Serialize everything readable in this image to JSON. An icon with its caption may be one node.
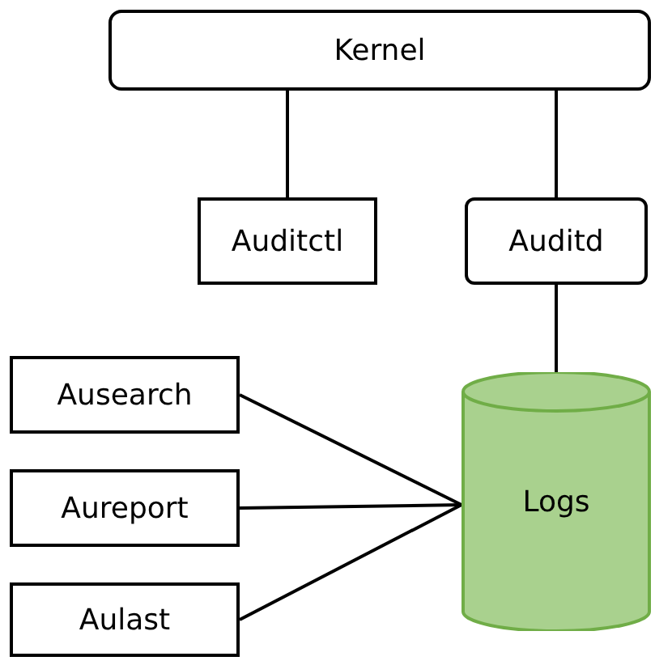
{
  "diagram": {
    "nodes": [
      {
        "text": [
          "Kernel"
        ]
      },
      {
        "text": [
          "Auditctl"
        ]
      },
      {
        "text": [
          "Auditd"
        ]
      },
      {
        "text": [
          "Ausearch"
        ]
      },
      {
        "text": [
          "Aureport"
        ]
      },
      {
        "text": [
          "Aulast"
        ]
      },
      {
        "text": [
          "Logs"
        ]
      }
    ],
    "edges": [
      {
        "from": 0,
        "to": 1,
        "arrow": "none"
      },
      {
        "from": 0,
        "to": 2,
        "arrow": "none"
      },
      {
        "from": 2,
        "to": 6,
        "arrow": "none"
      },
      {
        "from": 3,
        "to": 6,
        "arrow": "none"
      },
      {
        "from": 4,
        "to": 6,
        "arrow": "none"
      },
      {
        "from": 5,
        "to": 6,
        "arrow": "none"
      }
    ]
  }
}
